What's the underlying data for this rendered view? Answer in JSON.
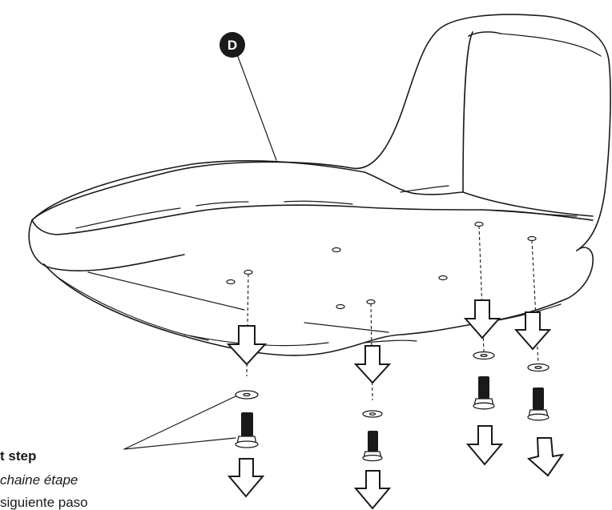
{
  "callout": {
    "label": "D"
  },
  "caption": {
    "line1": "t step",
    "line2": "chaine étape",
    "line3": "siguiente paso"
  }
}
